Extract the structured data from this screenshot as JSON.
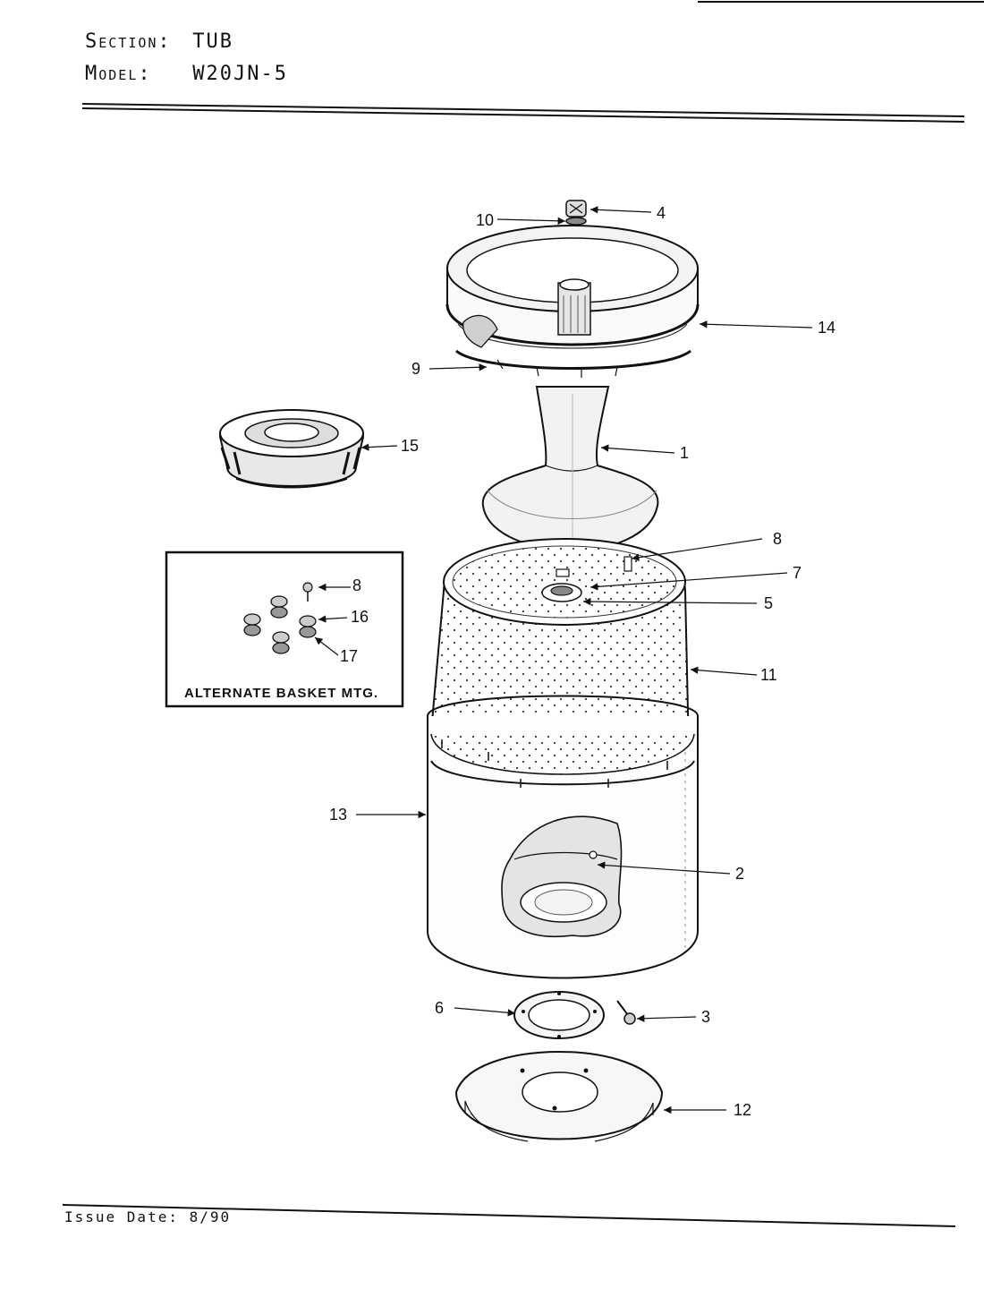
{
  "header": {
    "section_label": "Section:",
    "section_value": "TUB",
    "model_label": "Model:",
    "model_value": "W20JN-5"
  },
  "inset": {
    "caption": "ALTERNATE BASKET MTG.",
    "callouts": [
      "8",
      "16",
      "17"
    ]
  },
  "callouts": [
    "10",
    "4",
    "14",
    "9",
    "15",
    "1",
    "8",
    "7",
    "5",
    "11",
    "13",
    "2",
    "6",
    "3",
    "12"
  ],
  "footer": {
    "issue_date": "Issue Date: 8/90"
  }
}
